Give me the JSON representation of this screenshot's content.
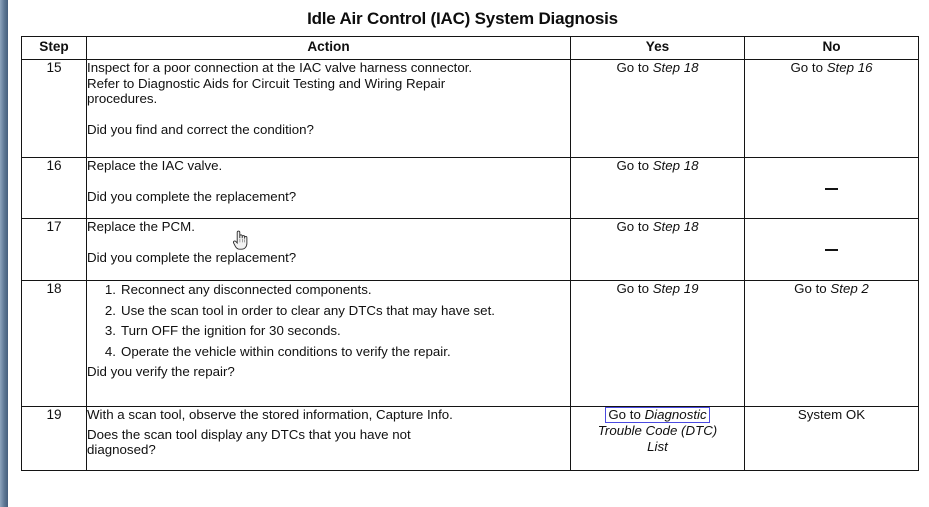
{
  "document": {
    "title": "Idle Air Control (IAC) System Diagnosis"
  },
  "table": {
    "headers": [
      "Step",
      "Action",
      "Yes",
      "No"
    ],
    "rows": [
      {
        "step": "15",
        "action_lines": [
          "Inspect for a poor connection at the IAC valve harness connector.",
          "Refer to Diagnostic Aids for Circuit Testing and Wiring Repair",
          "procedures."
        ],
        "question": "Did you find and correct the condition?",
        "yes": "Go to Step 18",
        "yes_plain": "Go to ",
        "yes_italic": "Step 18",
        "no": "Go to Step 16",
        "no_plain": "Go to ",
        "no_italic": "Step 16"
      },
      {
        "step": "16",
        "action_lines": [
          "Replace the IAC valve."
        ],
        "question": "Did you complete the replacement?",
        "yes_plain": "Go to ",
        "yes_italic": "Step 18",
        "no": "—"
      },
      {
        "step": "17",
        "action_lines": [
          "Replace the PCM."
        ],
        "question": "Did you complete the replacement?",
        "yes_plain": "Go to ",
        "yes_italic": "Step 18",
        "no": "—"
      },
      {
        "step": "18",
        "list_items": [
          "Reconnect any disconnected components.",
          "Use the scan tool in order to clear any DTCs that may have set.",
          "Turn OFF the ignition for 30 seconds.",
          "Operate the vehicle within conditions to verify the repair."
        ],
        "question": "Did you verify the repair?",
        "yes_plain": "Go to ",
        "yes_italic": "Step 19",
        "no_plain": "Go to ",
        "no_italic": "Step 2"
      },
      {
        "step": "19",
        "action_lines": [
          "With a scan tool, observe the stored information, Capture Info.",
          "Does the scan tool display any DTCs that you have not",
          "diagnosed?"
        ],
        "yes_link_plain": "Go to ",
        "yes_link_italic": "Diagnostic",
        "yes_line2": "Trouble Code (DTC)",
        "yes_line3": "List",
        "no": "System OK"
      }
    ]
  },
  "cursor": {
    "icon": "pointing-hand-cursor"
  },
  "colors": {
    "page_background": "#ffffff",
    "text": "#101010",
    "border": "#141414",
    "link_highlight": "#4a4ae0",
    "window_edge": "#5d7794"
  }
}
